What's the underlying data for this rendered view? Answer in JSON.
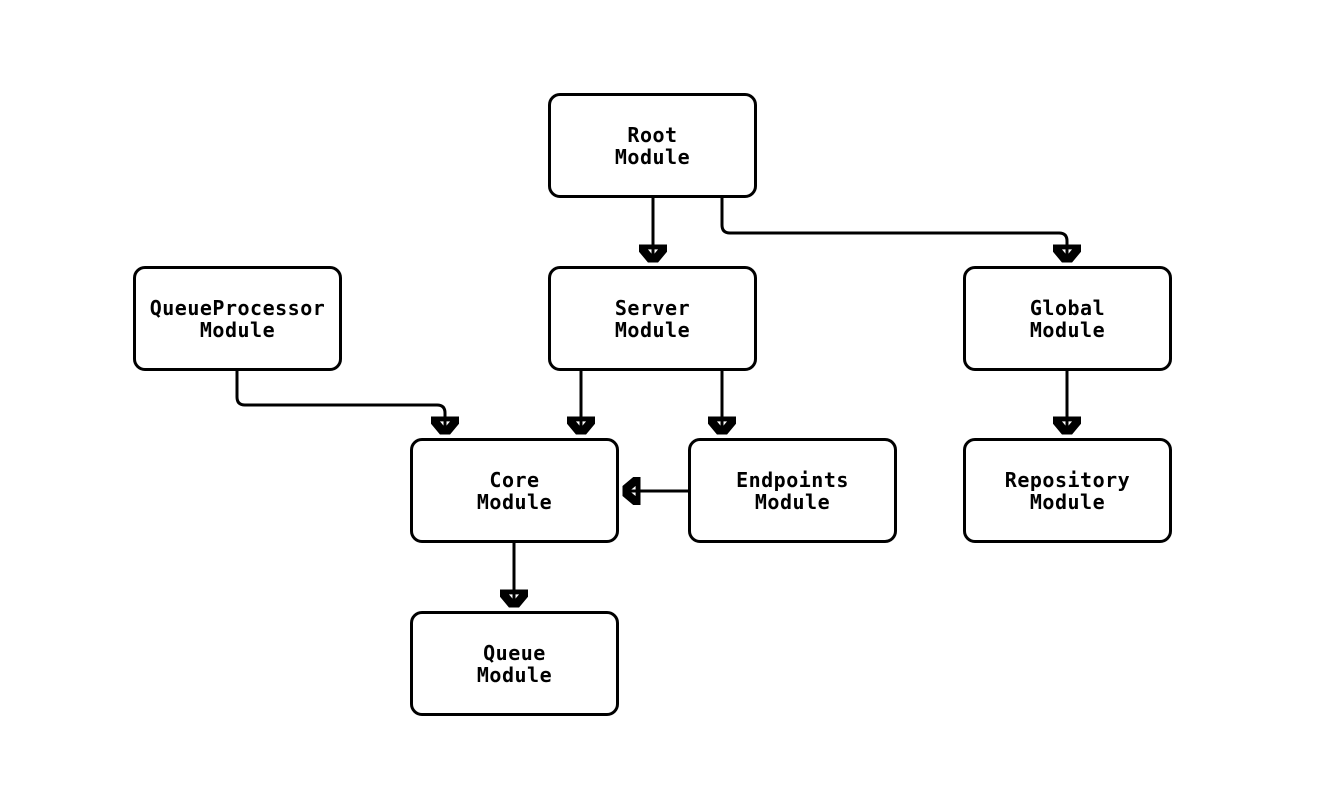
{
  "diagram": {
    "type": "flowchart",
    "direction": "top-down",
    "background_color": "#ffffff",
    "node_fill_color": "#ffffff",
    "node_border_color": "#000000",
    "edge_color": "#000000",
    "nodes": {
      "root": {
        "line1": "Root",
        "line2": "Module"
      },
      "queueProcessor": {
        "line1": "QueueProcessor",
        "line2": "Module"
      },
      "server": {
        "line1": "Server",
        "line2": "Module"
      },
      "global": {
        "line1": "Global",
        "line2": "Module"
      },
      "core": {
        "line1": "Core",
        "line2": "Module"
      },
      "endpoints": {
        "line1": "Endpoints",
        "line2": "Module"
      },
      "repository": {
        "line1": "Repository",
        "line2": "Module"
      },
      "queue": {
        "line1": "Queue",
        "line2": "Module"
      }
    },
    "edges": [
      {
        "from": "Root Module",
        "to": "Server Module"
      },
      {
        "from": "Root Module",
        "to": "Global Module"
      },
      {
        "from": "QueueProcessor Module",
        "to": "Core Module"
      },
      {
        "from": "Server Module",
        "to": "Core Module"
      },
      {
        "from": "Server Module",
        "to": "Endpoints Module"
      },
      {
        "from": "Endpoints Module",
        "to": "Core Module"
      },
      {
        "from": "Core Module",
        "to": "Queue Module"
      },
      {
        "from": "Global Module",
        "to": "Repository Module"
      }
    ]
  }
}
